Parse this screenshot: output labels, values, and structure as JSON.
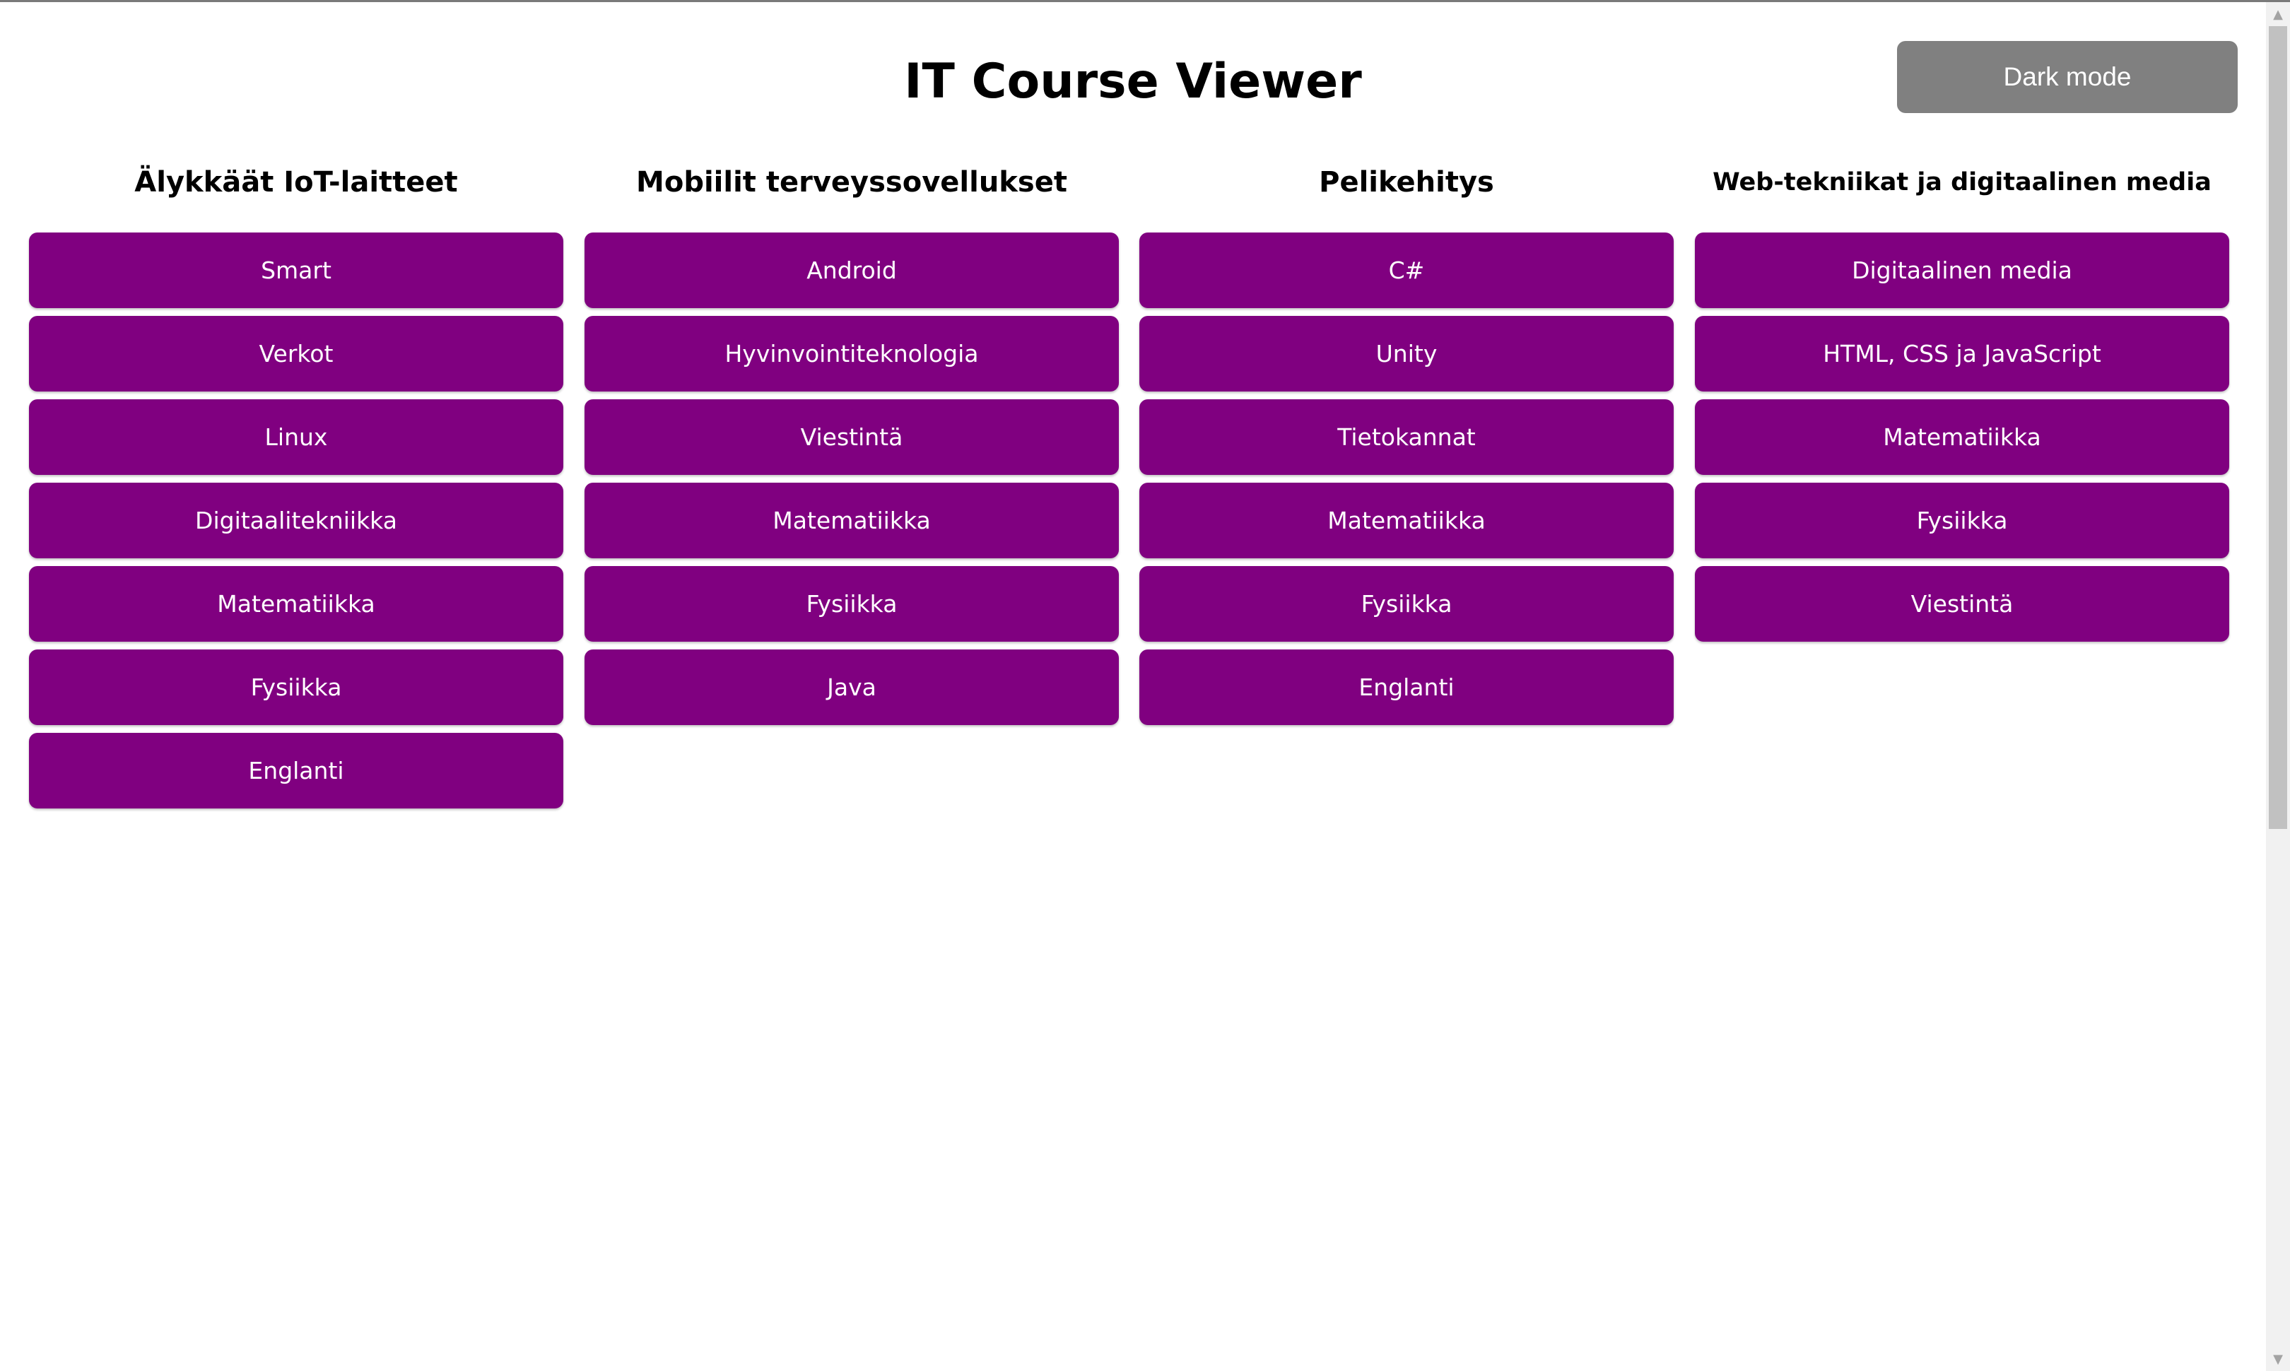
{
  "header": {
    "title": "IT Course Viewer",
    "dark_mode_label": "Dark mode"
  },
  "columns": [
    {
      "title": "Älykkäät IoT-laitteet",
      "courses": [
        "Smart",
        "Verkot",
        "Linux",
        "Digitaalitekniikka",
        "Matematiikka",
        "Fysiikka",
        "Englanti"
      ]
    },
    {
      "title": "Mobiilit terveyssovellukset",
      "courses": [
        "Android",
        "Hyvinvointiteknologia",
        "Viestintä",
        "Matematiikka",
        "Fysiikka",
        "Java"
      ]
    },
    {
      "title": "Pelikehitys",
      "courses": [
        "C#",
        "Unity",
        "Tietokannat",
        "Matematiikka",
        "Fysiikka",
        "Englanti"
      ]
    },
    {
      "title": "Web-tekniikat ja digitaalinen media",
      "courses": [
        "Digitaalinen media",
        "HTML, CSS ja JavaScript",
        "Matematiikka",
        "Fysiikka",
        "Viestintä"
      ]
    }
  ],
  "colors": {
    "course_button_bg": "#800080",
    "dark_mode_button_bg": "#808080"
  },
  "icons": {
    "scroll_up": "scroll-up-arrow-icon",
    "scroll_down": "scroll-down-arrow-icon"
  }
}
